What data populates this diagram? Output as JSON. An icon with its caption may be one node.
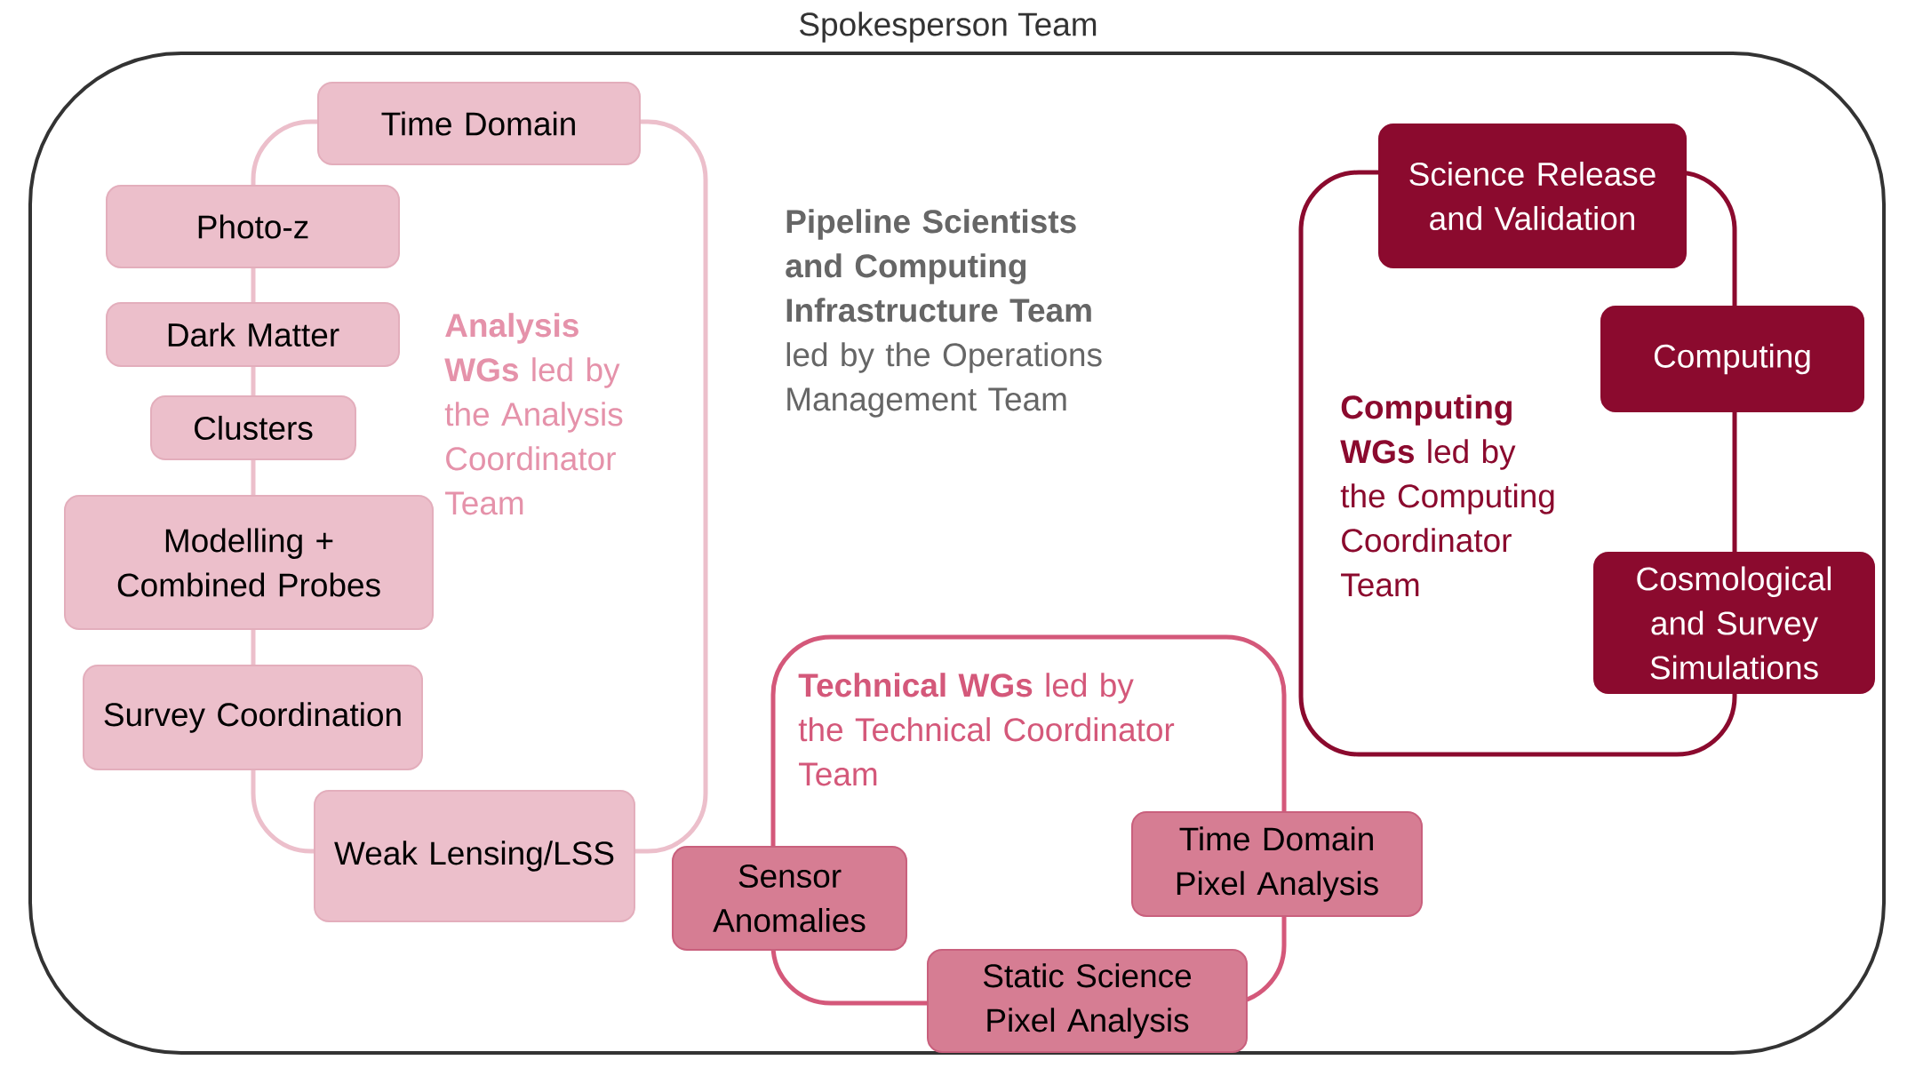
{
  "diagram": {
    "nodes": [
      {
        "text": [
          "Spokesperson Team"
        ]
      },
      {
        "text": [
          "**Analysis WGs** led by the Analysis Coordinator Team"
        ],
        "in": 0
      },
      {
        "text": [
          "Time Domain"
        ],
        "in": 0
      },
      {
        "text": [
          "Photo-z"
        ],
        "in": 0
      },
      {
        "text": [
          "Dark Matter"
        ],
        "in": 0
      },
      {
        "text": [
          "Clusters"
        ],
        "in": 0
      },
      {
        "text": [
          "Modelling + Combined Probes"
        ],
        "in": 0
      },
      {
        "text": [
          "Survey Coordination"
        ],
        "in": 0
      },
      {
        "text": [
          "Weak Lensing/LSS"
        ],
        "in": 0
      },
      {
        "text": [
          "**Technical WGs** led by the Technical Coordinator Team"
        ],
        "in": 0
      },
      {
        "text": [
          "Sensor Anomalies"
        ],
        "in": 0
      },
      {
        "text": [
          "Time Domain Pixel Analysis"
        ],
        "in": 0
      },
      {
        "text": [
          "Static Science Pixel Analysis"
        ],
        "in": 0
      },
      {
        "text": [
          "**Computing WGs** led by the Computing Coordinator Team"
        ],
        "in": 0
      },
      {
        "text": [
          "Science Release and Validation"
        ],
        "in": 0
      },
      {
        "text": [
          "Computing"
        ],
        "in": 0
      },
      {
        "text": [
          "Cosmological and Survey Simulations"
        ],
        "in": 0
      }
    ],
    "labels": [
      "**Pipeline Scientists and Computing Infrastructure Team** led by the Operations Management Team"
    ]
  }
}
